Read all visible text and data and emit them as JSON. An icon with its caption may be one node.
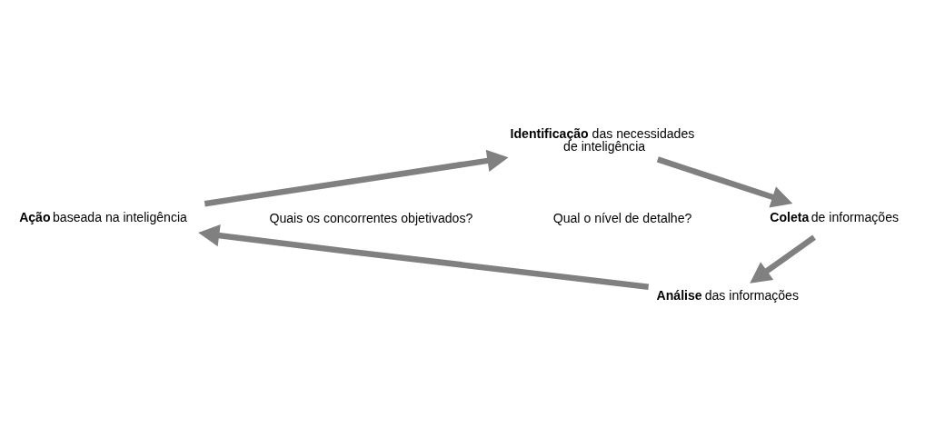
{
  "diagram": {
    "nodes": [
      {
        "text": [
          "**Identificação** das necessidades de inteligência"
        ]
      },
      {
        "text": [
          "**Coleta** de informações"
        ]
      },
      {
        "text": [
          "**Análise** das informações"
        ]
      },
      {
        "text": [
          "**Ação** baseada na inteligência"
        ]
      }
    ],
    "edges": [
      {
        "from": 0,
        "to": 1,
        "arrow": "to"
      },
      {
        "from": 1,
        "to": 2,
        "arrow": "to"
      },
      {
        "from": 2,
        "to": 3,
        "arrow": "to"
      },
      {
        "from": 3,
        "to": 0,
        "arrow": "to"
      }
    ],
    "labels": [
      "Quais os concorrentes objetivados?",
      "Qual o nível de detalhe?"
    ]
  }
}
